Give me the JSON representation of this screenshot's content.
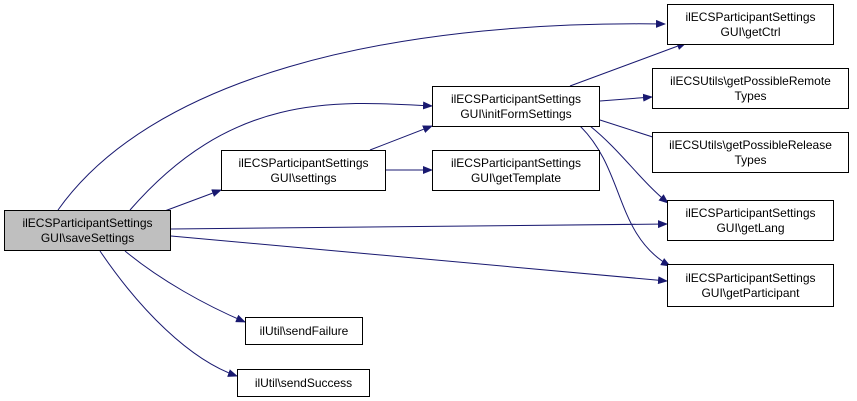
{
  "colors": {
    "edge": "#191970",
    "root_fill": "#bfbfbf",
    "node_fill": "#ffffff",
    "border": "#000000"
  },
  "nodes": {
    "save_settings": {
      "line1": "ilECSParticipantSettings",
      "line2": "GUI\\saveSettings"
    },
    "settings": {
      "line1": "ilECSParticipantSettings",
      "line2": "GUI\\settings"
    },
    "init_form_settings": {
      "line1": "ilECSParticipantSettings",
      "line2": "GUI\\initFormSettings"
    },
    "get_template": {
      "line1": "ilECSParticipantSettings",
      "line2": "GUI\\getTemplate"
    },
    "get_ctrl": {
      "line1": "ilECSParticipantSettings",
      "line2": "GUI\\getCtrl"
    },
    "get_possible_remote": {
      "line1": "ilECSUtils\\getPossibleRemote",
      "line2": "Types"
    },
    "get_possible_release": {
      "line1": "ilECSUtils\\getPossibleRelease",
      "line2": "Types"
    },
    "get_lang": {
      "line1": "ilECSParticipantSettings",
      "line2": "GUI\\getLang"
    },
    "get_participant": {
      "line1": "ilECSParticipantSettings",
      "line2": "GUI\\getParticipant"
    },
    "send_failure": {
      "line1": "ilUtil\\sendFailure"
    },
    "send_success": {
      "line1": "ilUtil\\sendSuccess"
    }
  }
}
